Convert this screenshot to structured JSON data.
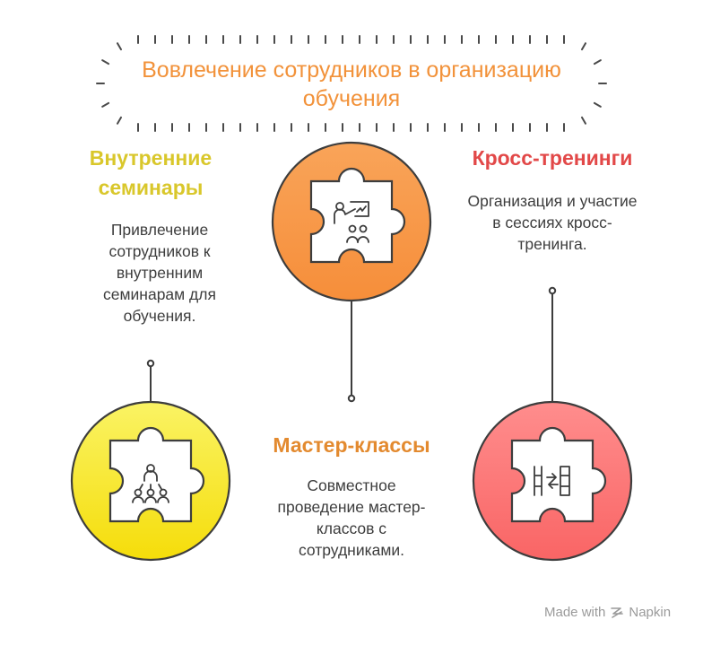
{
  "title": "Вовлечение сотрудников в организацию обучения",
  "items": [
    {
      "heading": "Внутренние семинары",
      "text": "Привлечение сотрудников к внутренним семинарам для обучения.",
      "heading_color": "#D9C72B",
      "fill_top": "#FAF364",
      "fill_bottom": "#F5DD0A",
      "icon": "seminar-audience-icon"
    },
    {
      "heading": "Мастер-классы",
      "text": "Совместное проведение мастер-классов с сотрудниками.",
      "heading_color": "#E38A2F",
      "fill_top": "#F9A459",
      "fill_bottom": "#F68E3A",
      "icon": "presenter-whiteboard-icon"
    },
    {
      "heading": "Кросс-тренинги",
      "text": "Организация и участие в сессиях кросс-тренинга.",
      "heading_color": "#E24848",
      "fill_top": "#FF8D8D",
      "fill_bottom": "#F96565",
      "icon": "cross-training-exchange-icon"
    }
  ],
  "footer": {
    "made_with": "Made with",
    "brand": "Napkin",
    "logo_icon": "napkin-logo-icon"
  }
}
